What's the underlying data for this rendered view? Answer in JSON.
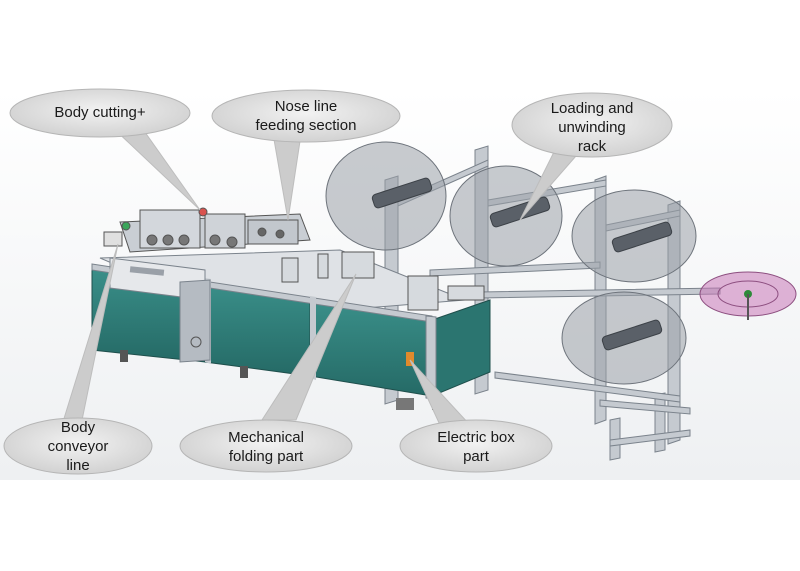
{
  "callouts": {
    "body_cutting": "Body cutting+",
    "nose_line": "Nose line\nfeeding section",
    "loading_rack": "Loading and\nunwinding\nrack",
    "body_conveyor": "Body\nconveyor\nline",
    "mechanical_folding": "Mechanical\nfolding part",
    "electric_box": "Electric box\npart"
  },
  "colors": {
    "cabinet": "#2f7d78",
    "frame": "#b9bec4",
    "reel": "#9aa0a8",
    "pink_reel": "#c879b8",
    "bubble": "#e3e3e3"
  }
}
